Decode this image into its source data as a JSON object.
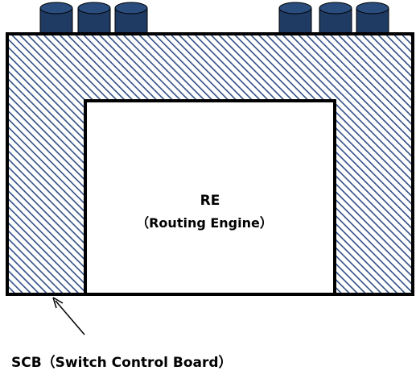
{
  "diagram": {
    "inner_box": {
      "title": "RE",
      "subtitle": "（Routing Engine）"
    },
    "outer_board": {
      "label": "SCB（Switch Control Board）"
    },
    "ports": {
      "left_group_count": 3,
      "right_group_count": 3
    },
    "colors": {
      "hatch_line": "#2f4f86",
      "port_fill": "#1f3b63",
      "outline": "#000000",
      "background": "#ffffff"
    }
  }
}
